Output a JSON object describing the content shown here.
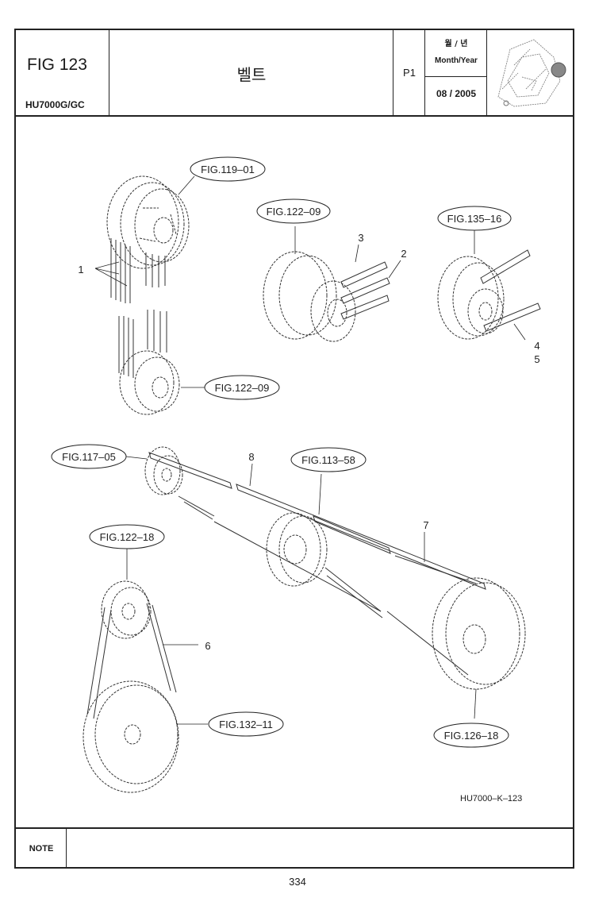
{
  "header": {
    "fig_number": "FIG 123",
    "model": "HU7000G/GC",
    "title": "벨트",
    "page": "P1",
    "month_year_korean": "월 / 년",
    "month_year_english": "Month/Year",
    "date": "08 / 2005"
  },
  "callouts": {
    "fig_119_01": "FIG.119–01",
    "fig_122_09_top": "FIG.122–09",
    "fig_135_16": "FIG.135–16",
    "fig_122_09_left": "FIG.122–09",
    "fig_117_05": "FIG.117–05",
    "fig_113_58": "FIG.113–58",
    "fig_122_18": "FIG.122–18",
    "fig_132_11": "FIG.132–11",
    "fig_126_18": "FIG.126–18"
  },
  "part_numbers": {
    "p1": "1",
    "p2": "2",
    "p3": "3",
    "p4": "4",
    "p5": "5",
    "p6": "6",
    "p7": "7",
    "p8": "8"
  },
  "drawing_code": "HU7000–K–123",
  "note": {
    "label": "NOTE"
  },
  "page_number": "334",
  "icons": [
    "machine-thumbnail-icon"
  ]
}
